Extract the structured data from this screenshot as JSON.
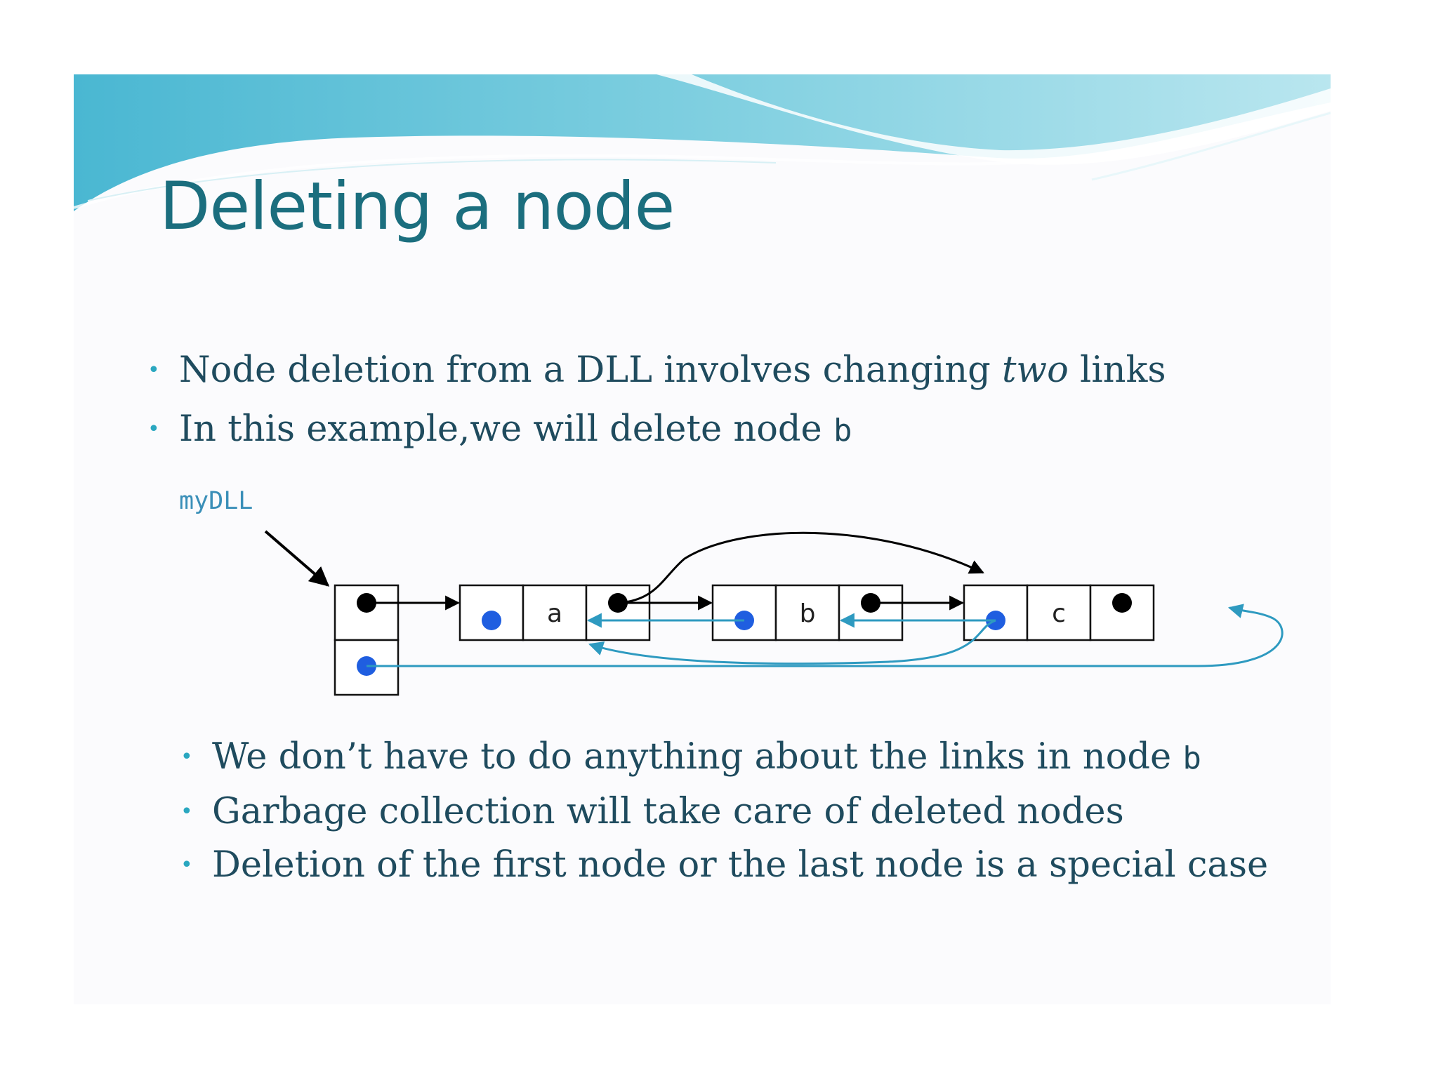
{
  "slide": {
    "title": "Deleting a node",
    "intro_bullets": [
      {
        "before": "Node deletion from a DLL involves changing ",
        "em": "two",
        "after": " links"
      },
      {
        "text": "In this example,we will delete node ",
        "code": "b"
      }
    ],
    "diagram": {
      "pointer_label": "myDLL",
      "nodes": [
        "a",
        "b",
        "c"
      ]
    },
    "note_bullets": [
      {
        "text": "We don’t have to do anything about the links in node ",
        "code": "b"
      },
      {
        "text": "Garbage collection will take care of deleted nodes"
      },
      {
        "text": "Deletion of the first node or the last node is a special case"
      }
    ]
  },
  "colors": {
    "title": "#1b6e7e",
    "body_text": "#1f4b5e",
    "bullet": "#2aa7c0",
    "prev_link": "#2e9ac0",
    "prev_dot": "#1f5ee0",
    "next_link": "#000000"
  }
}
